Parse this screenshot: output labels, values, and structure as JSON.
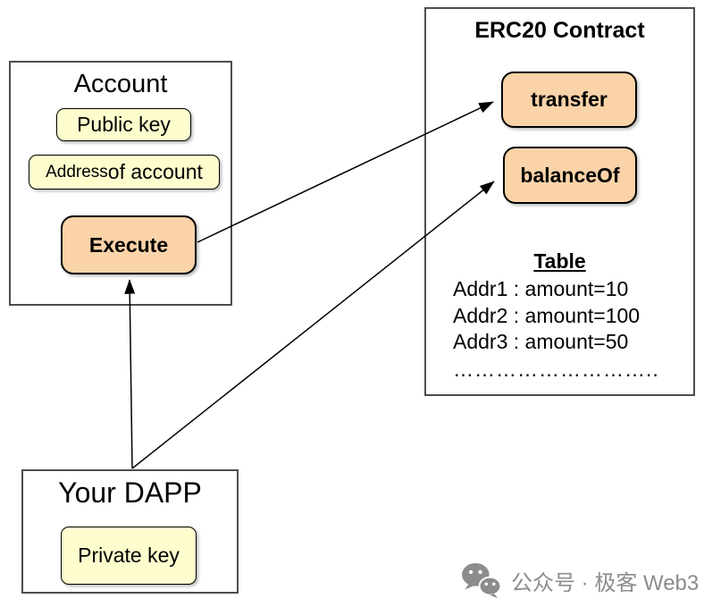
{
  "diagram": {
    "account": {
      "title": "Account",
      "public_key": "Public key",
      "address_small": "Address",
      "address_rest": " of account",
      "execute": "Execute"
    },
    "erc20": {
      "title": "ERC20 Contract",
      "methods": {
        "transfer": "transfer",
        "balance_of": "balanceOf"
      },
      "table": {
        "title": "Table",
        "rows": [
          "Addr1 : amount=10",
          "Addr2 : amount=100",
          "Addr3 : amount=50"
        ],
        "ellipsis": "……………………….."
      }
    },
    "dapp": {
      "title": "Your DAPP",
      "private_key": "Private key"
    },
    "arrows": [
      {
        "from": "execute",
        "to": "transfer"
      },
      {
        "from": "your-dapp",
        "to": "balanceOf"
      },
      {
        "from": "your-dapp",
        "to": "execute"
      }
    ],
    "watermark": {
      "icon": "wechat-icon",
      "text": "公众号 · 极客 Web3"
    },
    "colors": {
      "method_fill": "#FBD3A8",
      "key_fill": "#FDFDCE",
      "outer_border": "#4d4d4d",
      "inner_border": "#000000",
      "arrow": "#000000",
      "watermark_gray": "#8c8c8c"
    }
  }
}
